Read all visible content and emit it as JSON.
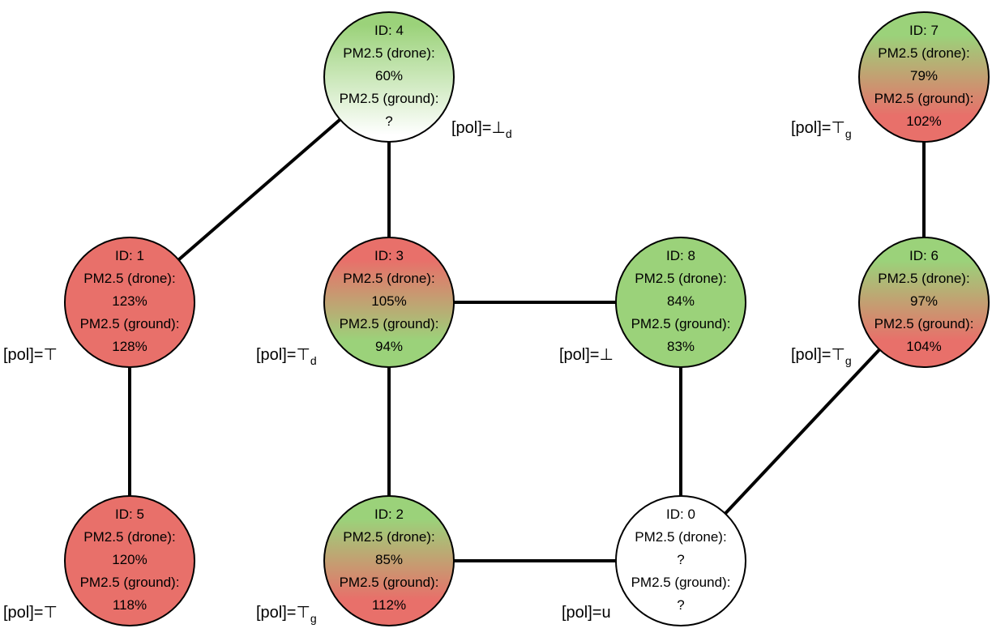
{
  "colors": {
    "red": "#e8706a",
    "green": "#9bd27a",
    "white": "#ffffff"
  },
  "nodes": [
    {
      "id": "0",
      "line_id": "ID: 0",
      "drone_label": "PM2.5 (drone):",
      "drone": "?",
      "ground_label": "PM2.5 (ground):",
      "ground": "?",
      "fill": "white",
      "pol_text": "[pol]=u",
      "pol_sub": ""
    },
    {
      "id": "1",
      "line_id": "ID: 1",
      "drone_label": "PM2.5 (drone):",
      "drone": "123%",
      "ground_label": "PM2.5 (ground):",
      "ground": "128%",
      "fill": "red",
      "pol_text": "[pol]=⊤",
      "pol_sub": ""
    },
    {
      "id": "2",
      "line_id": "ID: 2",
      "drone_label": "PM2.5 (drone):",
      "drone": "85%",
      "ground_label": "PM2.5 (ground):",
      "ground": "112%",
      "fill": "green-to-red",
      "pol_text": "[pol]=⊤",
      "pol_sub": "g"
    },
    {
      "id": "3",
      "line_id": "ID: 3",
      "drone_label": "PM2.5 (drone):",
      "drone": "105%",
      "ground_label": "PM2.5 (ground):",
      "ground": "94%",
      "fill": "red-to-green",
      "pol_text": "[pol]=⊤",
      "pol_sub": "d"
    },
    {
      "id": "4",
      "line_id": "ID: 4",
      "drone_label": "PM2.5 (drone):",
      "drone": "60%",
      "ground_label": "PM2.5 (ground):",
      "ground": "?",
      "fill": "green-to-white",
      "pol_text": "[pol]=⊥",
      "pol_sub": "d"
    },
    {
      "id": "5",
      "line_id": "ID: 5",
      "drone_label": "PM2.5 (drone):",
      "drone": "120%",
      "ground_label": "PM2.5 (ground):",
      "ground": "118%",
      "fill": "red",
      "pol_text": "[pol]=⊤",
      "pol_sub": ""
    },
    {
      "id": "6",
      "line_id": "ID: 6",
      "drone_label": "PM2.5 (drone):",
      "drone": "97%",
      "ground_label": "PM2.5 (ground):",
      "ground": "104%",
      "fill": "green-to-red",
      "pol_text": "[pol]=⊤",
      "pol_sub": "g"
    },
    {
      "id": "7",
      "line_id": "ID: 7",
      "drone_label": "PM2.5 (drone):",
      "drone": "79%",
      "ground_label": "PM2.5 (ground):",
      "ground": "102%",
      "fill": "green-to-red",
      "pol_text": "[pol]=⊤",
      "pol_sub": "g"
    },
    {
      "id": "8",
      "line_id": "ID: 8",
      "drone_label": "PM2.5 (drone):",
      "drone": "84%",
      "ground_label": "PM2.5 (ground):",
      "ground": "83%",
      "fill": "green",
      "pol_text": "[pol]=⊥",
      "pol_sub": ""
    }
  ],
  "edges": [
    [
      "4",
      "1"
    ],
    [
      "4",
      "3"
    ],
    [
      "1",
      "5"
    ],
    [
      "3",
      "2"
    ],
    [
      "3",
      "8"
    ],
    [
      "2",
      "0"
    ],
    [
      "8",
      "0"
    ],
    [
      "0",
      "6"
    ],
    [
      "6",
      "7"
    ]
  ]
}
